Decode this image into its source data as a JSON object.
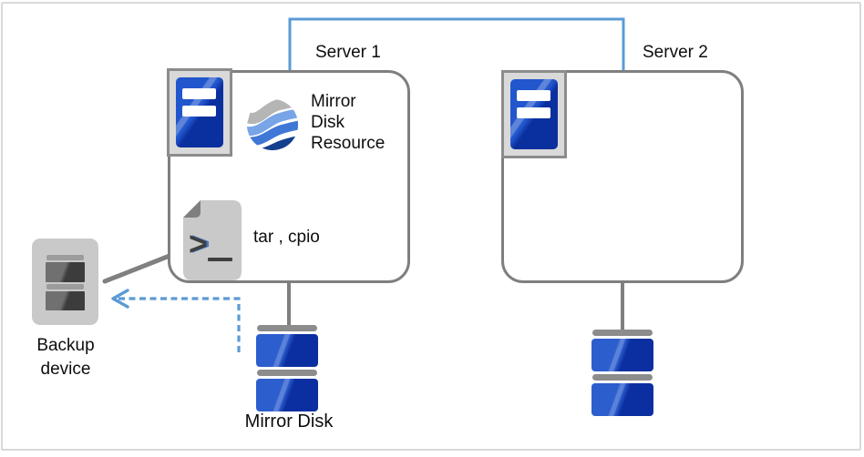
{
  "colors": {
    "connector_blue": "#5b9bd5",
    "box_border_gray": "#7f7f7f",
    "icon_frame_gray": "#8c8c8c",
    "disk_light_blue": "#2d5ece",
    "disk_dark_blue": "#0b2fa0",
    "neutral_gray": "#c9c9c9"
  },
  "nodes": {
    "server1": {
      "title": "Server 1",
      "mirror_resource_label": [
        "Mirror",
        "Disk",
        "Resource"
      ],
      "backup_commands": "tar , cpio"
    },
    "server2": {
      "title": "Server 2"
    },
    "backup_device": {
      "label": [
        "Backup",
        "device"
      ]
    },
    "mirror_disk": {
      "label": "Mirror Disk"
    }
  },
  "icons": {
    "server": "server-tower-icon",
    "mirror_resource": "mirror-disk-resource-icon",
    "script_file": "script-file-icon",
    "script_prompt": ">",
    "backup_device": "tape-drive-icon",
    "disk": "mirror-disk-icon"
  }
}
